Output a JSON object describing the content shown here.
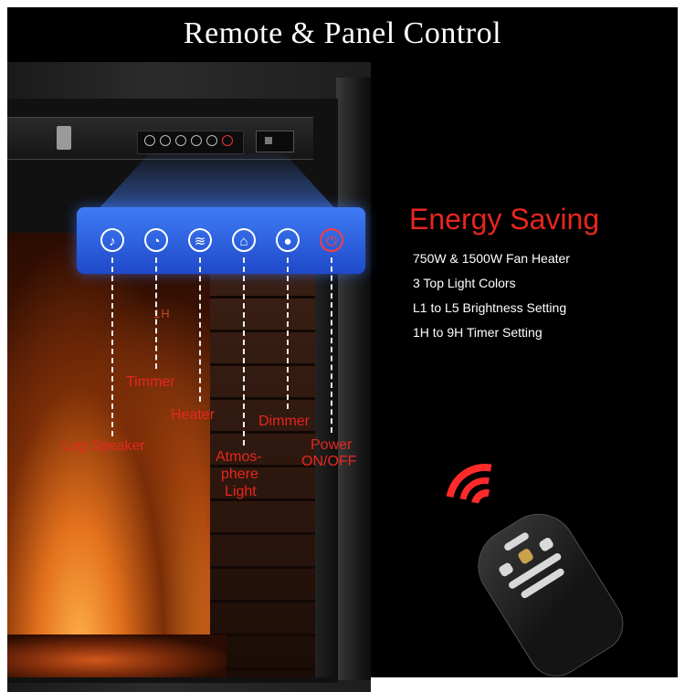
{
  "title": "Remote & Panel Control",
  "display_digit": "1H",
  "panel_icons": [
    {
      "name": "log-speaker",
      "glyph": "♪"
    },
    {
      "name": "timer",
      "glyph": "◔"
    },
    {
      "name": "heater",
      "glyph": "≋"
    },
    {
      "name": "atmosphere-light",
      "glyph": "⌂"
    },
    {
      "name": "dimmer",
      "glyph": "●"
    },
    {
      "name": "power",
      "glyph": "⏻"
    }
  ],
  "labels": {
    "timmer": "Timmer",
    "heater": "Heater",
    "log_speaker": "Log Speaker",
    "atmosphere_1": "Atmos-",
    "atmosphere_2": "phere",
    "atmosphere_3": "Light",
    "dimmer": "Dimmer",
    "power_1": "Power",
    "power_2": "ON/OFF"
  },
  "energy": {
    "title": "Energy Saving",
    "features": [
      "750W & 1500W Fan Heater",
      "3 Top Light Colors",
      "L1 to L5 Brightness Setting",
      "1H to 9H Timer Setting"
    ]
  },
  "colors": {
    "accent_red": "#e8261e",
    "panel_blue": "#2f5fe0",
    "background": "#000000"
  }
}
